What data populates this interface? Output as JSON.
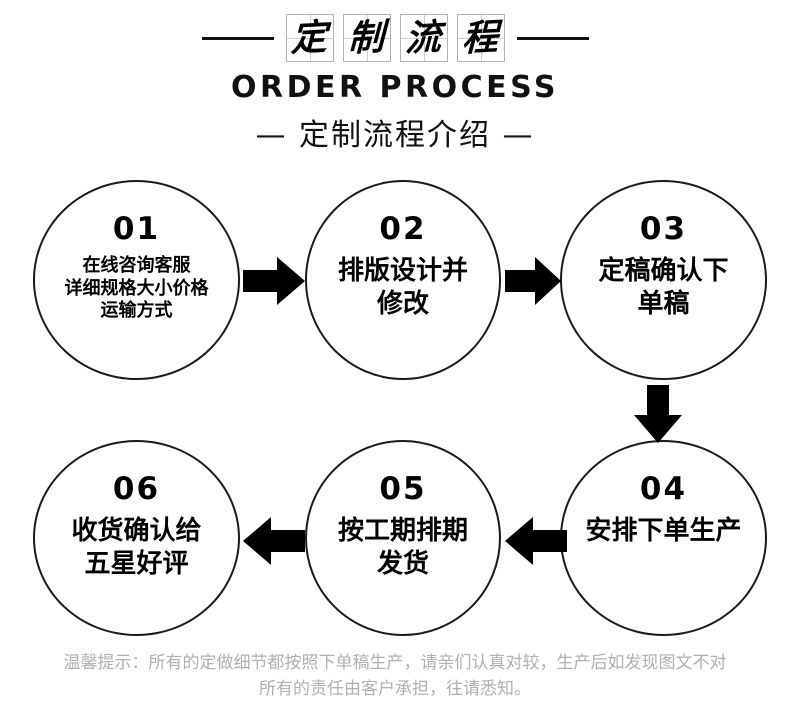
{
  "header": {
    "seal_chars": [
      "定",
      "制",
      "流",
      "程"
    ],
    "rule_left": "horizontal-rule",
    "rule_right": "horizontal-rule"
  },
  "titles": {
    "english": "ORDER PROCESS",
    "chinese": "— 定制流程介绍 —"
  },
  "steps": [
    {
      "number": "01",
      "lines": [
        "在线咨询客服",
        "详细规格大小价格",
        "运输方式"
      ],
      "size": "small"
    },
    {
      "number": "02",
      "lines": [
        "排版设计并",
        "修改"
      ],
      "size": "big"
    },
    {
      "number": "03",
      "lines": [
        "定稿确认下",
        "单稿"
      ],
      "size": "big"
    },
    {
      "number": "04",
      "lines": [
        "安排下单生产"
      ],
      "size": "big"
    },
    {
      "number": "05",
      "lines": [
        "按工期排期",
        "发货"
      ],
      "size": "big"
    },
    {
      "number": "06",
      "lines": [
        "收货确认给",
        "五星好评"
      ],
      "size": "big"
    }
  ],
  "arrows": [
    {
      "id": "arrow-1-2",
      "direction": "right"
    },
    {
      "id": "arrow-2-3",
      "direction": "right"
    },
    {
      "id": "arrow-3-4",
      "direction": "down"
    },
    {
      "id": "arrow-4-5",
      "direction": "left"
    },
    {
      "id": "arrow-5-6",
      "direction": "left"
    }
  ],
  "footer": {
    "line1": "温馨提示：所有的定做细节都按照下单稿生产，请亲们认真对较，生产后如发现图文不对",
    "line2": "所有的责任由客户承担，往请悉知。"
  },
  "colors": {
    "ink": "#000000",
    "rule": "#111111",
    "grid_border": "#b3b3b3",
    "grid_cross": "#cfcfcf",
    "footer_text": "#b0b0b0",
    "background": "#ffffff"
  }
}
